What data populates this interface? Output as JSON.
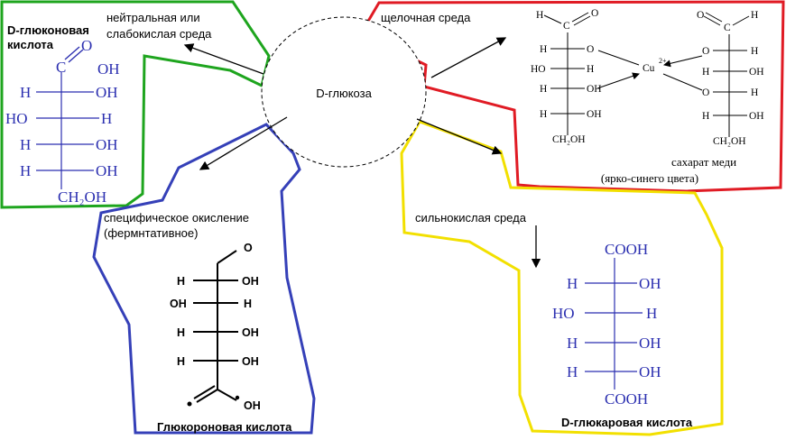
{
  "center": {
    "label": "D-глюкоза"
  },
  "labels": {
    "neutral": [
      "нейтральная или",
      "слабокислая среда"
    ],
    "alkaline": "щелочная среда",
    "specific": [
      "специфическое окисление",
      "(фермнтативное)"
    ],
    "strong_acid": "сильнокислая среда"
  },
  "gluconic": {
    "title": [
      "D-глюконовая",
      "кислота"
    ],
    "top": [
      "C",
      "O",
      "OH"
    ],
    "rows": [
      [
        "H",
        "OH"
      ],
      [
        "HO",
        "H"
      ],
      [
        "H",
        "OH"
      ],
      [
        "H",
        "OH"
      ]
    ],
    "bottom": "CH₂OH"
  },
  "copper": {
    "caption": [
      "сахарат меди",
      "(ярко-синего цвета)"
    ],
    "metal": "Cu",
    "charge": "2+",
    "left_top": [
      "H",
      "C",
      "O"
    ],
    "left_rows": [
      [
        "H",
        "O"
      ],
      [
        "HO",
        "H"
      ],
      [
        "H",
        "OH"
      ],
      [
        "H",
        "OH"
      ]
    ],
    "left_bottom": "CH₂OH",
    "right_top": [
      "O",
      "C",
      "H"
    ],
    "right_rows": [
      [
        "O",
        "H"
      ],
      [
        "H",
        "OH"
      ],
      [
        "O",
        "H"
      ],
      [
        "H",
        "OH"
      ]
    ],
    "right_bottom": "CH₂OH"
  },
  "glucuronic": {
    "title": "Глюкороновая кислота",
    "top": "O",
    "rows": [
      [
        "H",
        "OH"
      ],
      [
        "OH",
        "H"
      ],
      [
        "H",
        "OH"
      ],
      [
        "H",
        "OH"
      ]
    ],
    "bottom": "OH"
  },
  "glucaric": {
    "title": "D-глюкаровая кислота",
    "top": "COOH",
    "rows": [
      [
        "H",
        "OH"
      ],
      [
        "HO",
        "H"
      ],
      [
        "H",
        "OH"
      ],
      [
        "H",
        "OH"
      ]
    ],
    "bottom": "COOH"
  }
}
